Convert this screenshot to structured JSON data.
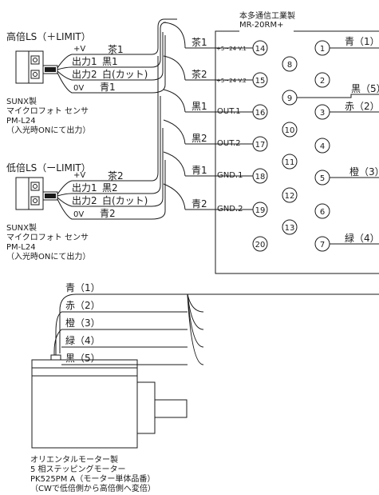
{
  "connector": {
    "maker": "本多通信工業製",
    "model": "MR-20RM+",
    "pins": [
      "1",
      "2",
      "3",
      "4",
      "5",
      "6",
      "7",
      "8",
      "9",
      "10",
      "11",
      "12",
      "13",
      "14",
      "15",
      "16",
      "17",
      "18",
      "19",
      "20"
    ],
    "signals": {
      "p14": "+5~24 V.1",
      "p15": "+5~24 V.2",
      "p16": "OUT.1",
      "p17": "OUT.2",
      "p18": "GND.1",
      "p19": "GND.2"
    }
  },
  "left_wire_labels": {
    "p14": "茶1",
    "p15": "茶2",
    "p16": "黒1",
    "p17": "黒2",
    "p18": "青1",
    "p19": "青2"
  },
  "right_wire_labels": {
    "p1": "青（1）",
    "p9": "黒（5）",
    "p3": "赤（2）",
    "p5": "橙（3）",
    "p7": "緑（4）"
  },
  "sensor_high": {
    "title": "高倍LS（＋LIMIT）",
    "rows": [
      {
        "sig": "+V",
        "wire": "茶1"
      },
      {
        "sig": "出力1",
        "wire": "黒1"
      },
      {
        "sig": "出力2",
        "wire": "白(カット)"
      },
      {
        "sig": "0V",
        "wire": "青1"
      }
    ],
    "desc": [
      "SUNX製",
      "マイクロフォト センサ",
      "PM-L24",
      "（入光時ONにて出力）"
    ]
  },
  "sensor_low": {
    "title": "低倍LS（ーLIMIT）",
    "rows": [
      {
        "sig": "+V",
        "wire": "茶2"
      },
      {
        "sig": "出力1",
        "wire": "黒2"
      },
      {
        "sig": "出力2",
        "wire": "白(カット)"
      },
      {
        "sig": "0V",
        "wire": "青2"
      }
    ],
    "desc": [
      "SUNX製",
      "マイクロフォト センサ",
      "PM-L24",
      "（入光時ONにて出力）"
    ]
  },
  "motor_wires": [
    "青（1）",
    "赤（2）",
    "橙（3）",
    "緑（4）",
    "黒（5）"
  ],
  "motor": {
    "desc": [
      "オリエンタルモーター製",
      "5 相ステッピングモーター",
      "PK525PM A（モーター単体品番）",
      "（CWで低倍側から高倍側へ変倍）"
    ]
  }
}
